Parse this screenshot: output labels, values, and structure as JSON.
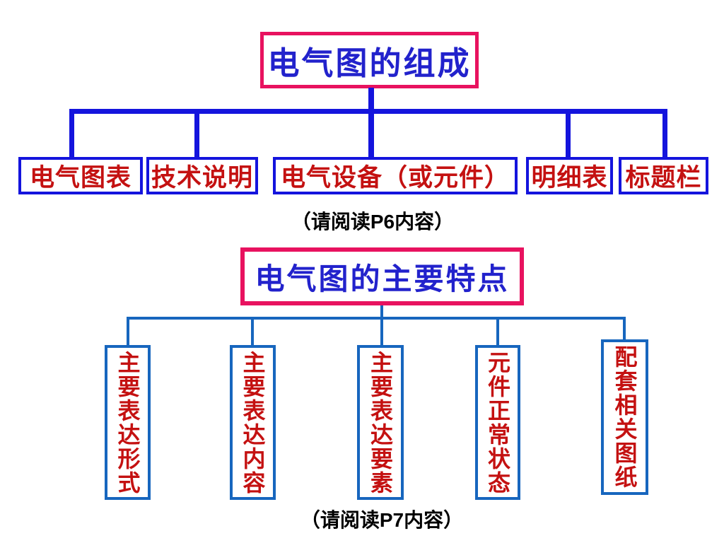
{
  "colors": {
    "title_border_pink": "#e8125f",
    "title_text_blue": "#2222cc",
    "top_connector_blue": "#1414dd",
    "top_leaf_border_blue": "#1414dd",
    "leaf_text_red": "#c41111",
    "bottom_connector_blue": "#1766be",
    "caption_black": "#000000",
    "background": "#ffffff"
  },
  "top_chart": {
    "title": "电气图的组成",
    "items": [
      {
        "label": "电气图表"
      },
      {
        "label": "技术说明"
      },
      {
        "label": "电气设备（或元件）"
      },
      {
        "label": "明细表"
      },
      {
        "label": "标题栏"
      }
    ],
    "caption": "（请阅读P6内容）"
  },
  "bottom_chart": {
    "title": "电气图的主要特点",
    "items": [
      {
        "label": "主要表达形式"
      },
      {
        "label": "主要表达内容"
      },
      {
        "label": "主要表达要素"
      },
      {
        "label": "元件正常状态"
      },
      {
        "label": "配套相关图纸"
      }
    ],
    "caption": "（请阅读P7内容）"
  }
}
